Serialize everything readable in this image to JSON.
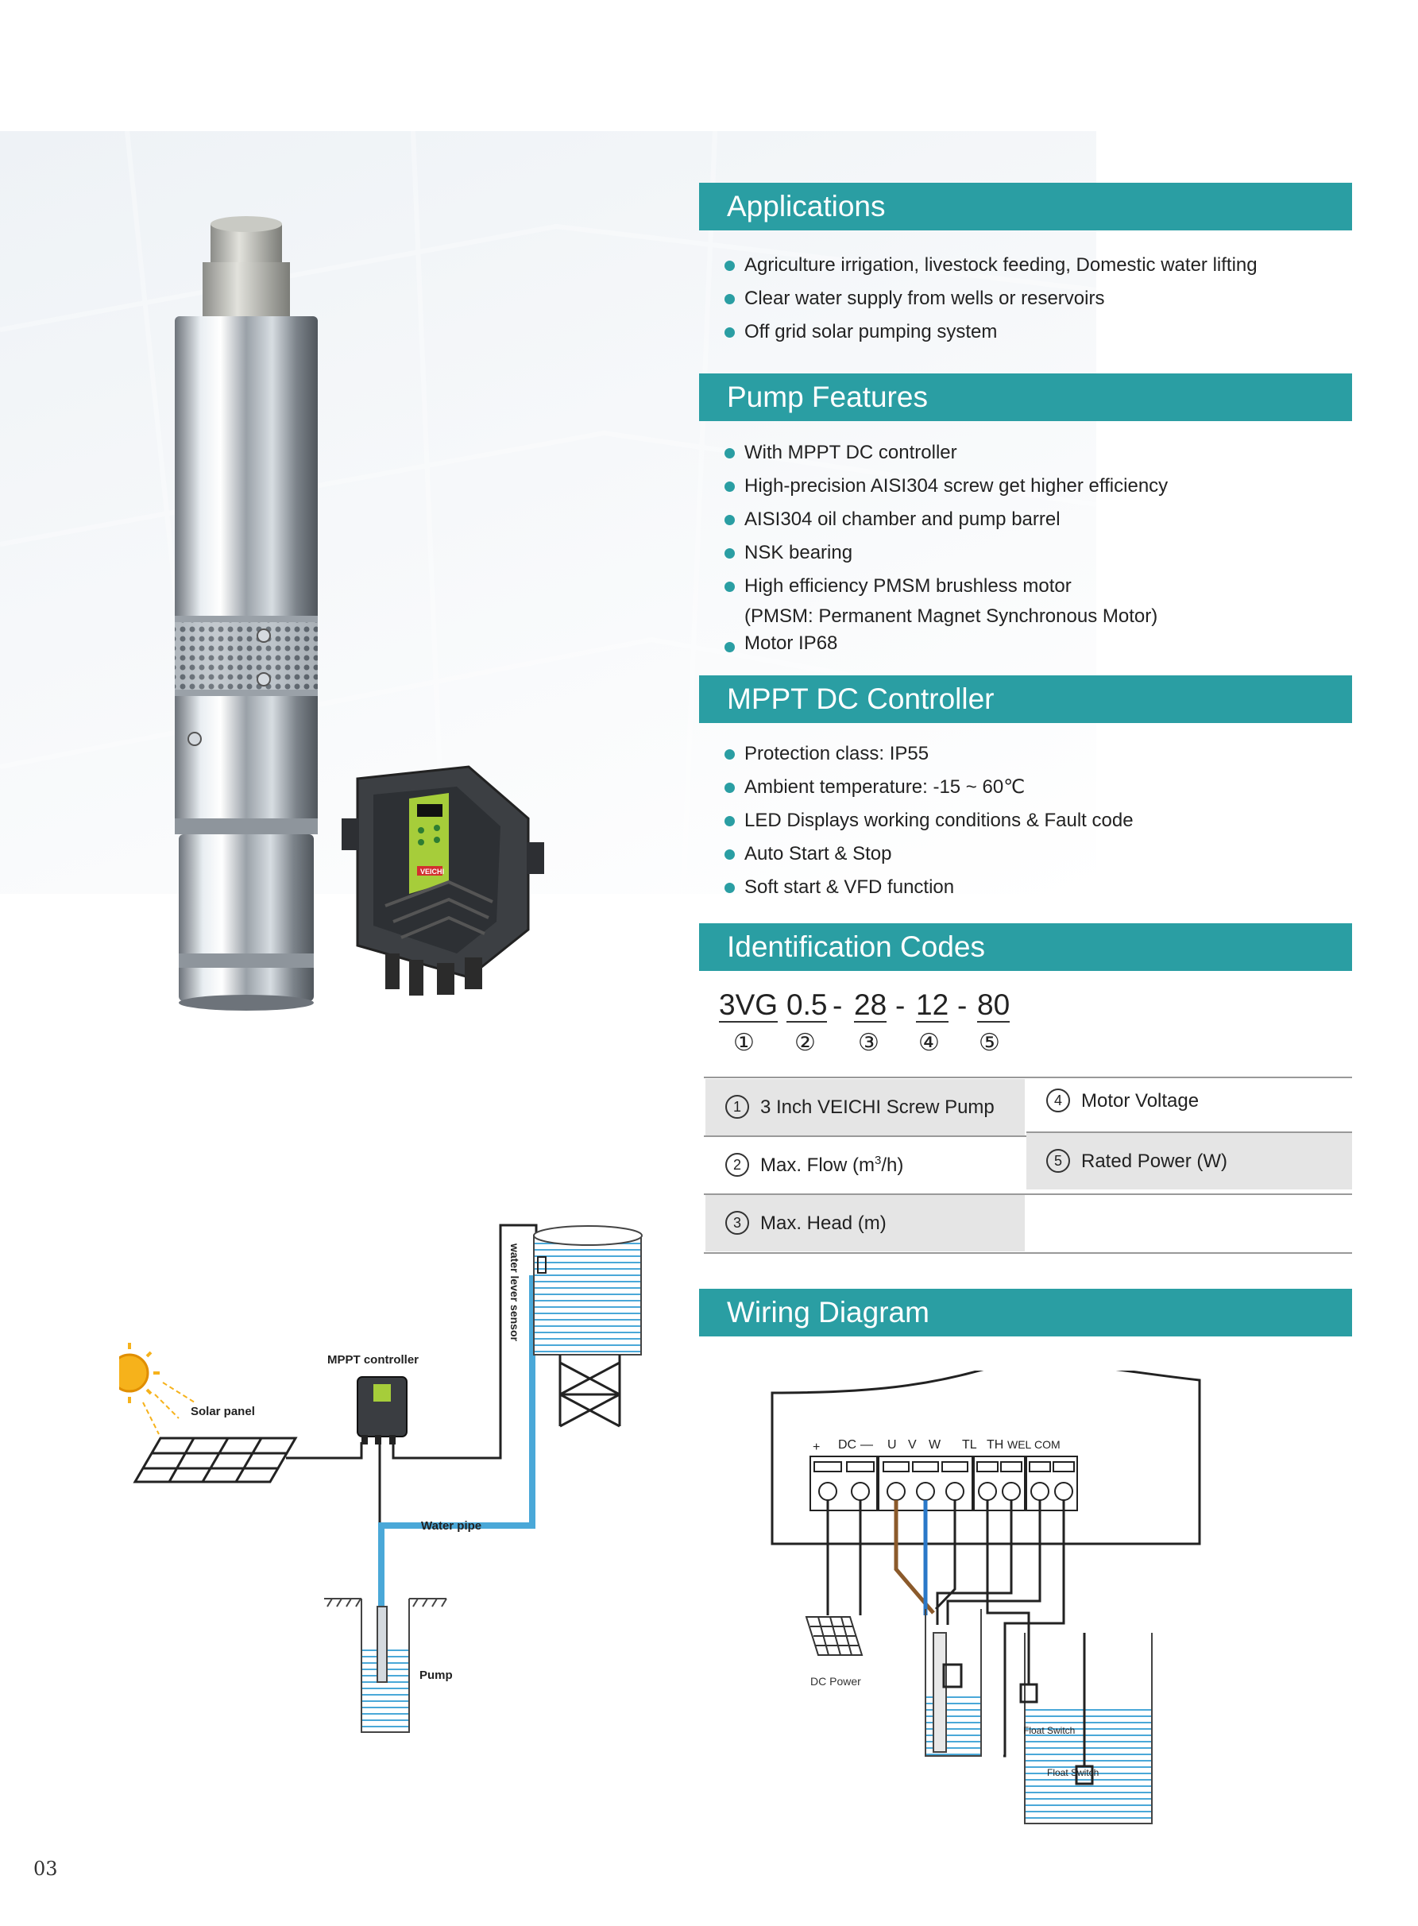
{
  "sections": {
    "applications": {
      "title": "Applications",
      "items": [
        "Agriculture irrigation, livestock feeding, Domestic water lifting",
        "Clear water supply from wells or reservoirs",
        "Off grid solar pumping system"
      ]
    },
    "pump_features": {
      "title": "Pump Features",
      "items": [
        "With MPPT DC controller",
        "High-precision AISI304 screw get higher efficiency",
        "AISI304 oil chamber and pump barrel",
        "NSK bearing",
        "High efficiency PMSM brushless motor",
        "(PMSM: Permanent Magnet Synchronous Motor)",
        "Motor IP68"
      ]
    },
    "mppt_controller": {
      "title": "MPPT DC Controller",
      "items": [
        "Protection class: IP55",
        "Ambient temperature: -15 ~ 60℃",
        "LED Displays working conditions & Fault code",
        "Auto Start & Stop",
        "Soft start & VFD function"
      ]
    },
    "identification": {
      "title": "Identification Codes",
      "code_parts": [
        "3VG",
        "0.5",
        "28",
        "12",
        "80"
      ],
      "separator": "-",
      "numbers": [
        "①",
        "②",
        "③",
        "④",
        "⑤"
      ],
      "table": [
        {
          "n": "1",
          "label": "3 Inch VEICHI Screw Pump"
        },
        {
          "n": "4",
          "label": "Motor Voltage"
        },
        {
          "n": "2",
          "label_main": "Max. Flow (m",
          "label_sup": "3",
          "label_end": "/h)"
        },
        {
          "n": "5",
          "label": "Rated Power (W)"
        },
        {
          "n": "3",
          "label": "Max. Head (m)"
        }
      ]
    },
    "wiring": {
      "title": "Wiring Diagram"
    }
  },
  "system_diagram": {
    "mppt_label": "MPPT controller",
    "solar_label": "Solar panel",
    "sensor_label": "water lever sensor",
    "pipe_label": "Water pipe",
    "pump_label": "Pump"
  },
  "wiring_diagram": {
    "dc_label": "DC",
    "dc_plus": "+",
    "dc_minus": "—",
    "u": "U",
    "v": "V",
    "w": "W",
    "tl": "TL",
    "th": "TH",
    "wel": "WEL",
    "com": "COM",
    "dc_power": "DC Power",
    "float1": "Float Switch",
    "float2": "Float Switch"
  },
  "controller_badge": "VEICHI",
  "page_number": "03",
  "colors": {
    "accent": "#2a9ea3",
    "water": "#4aa8d8",
    "brown_wire": "#8b5a2b",
    "blue_wire": "#2a78c8"
  }
}
